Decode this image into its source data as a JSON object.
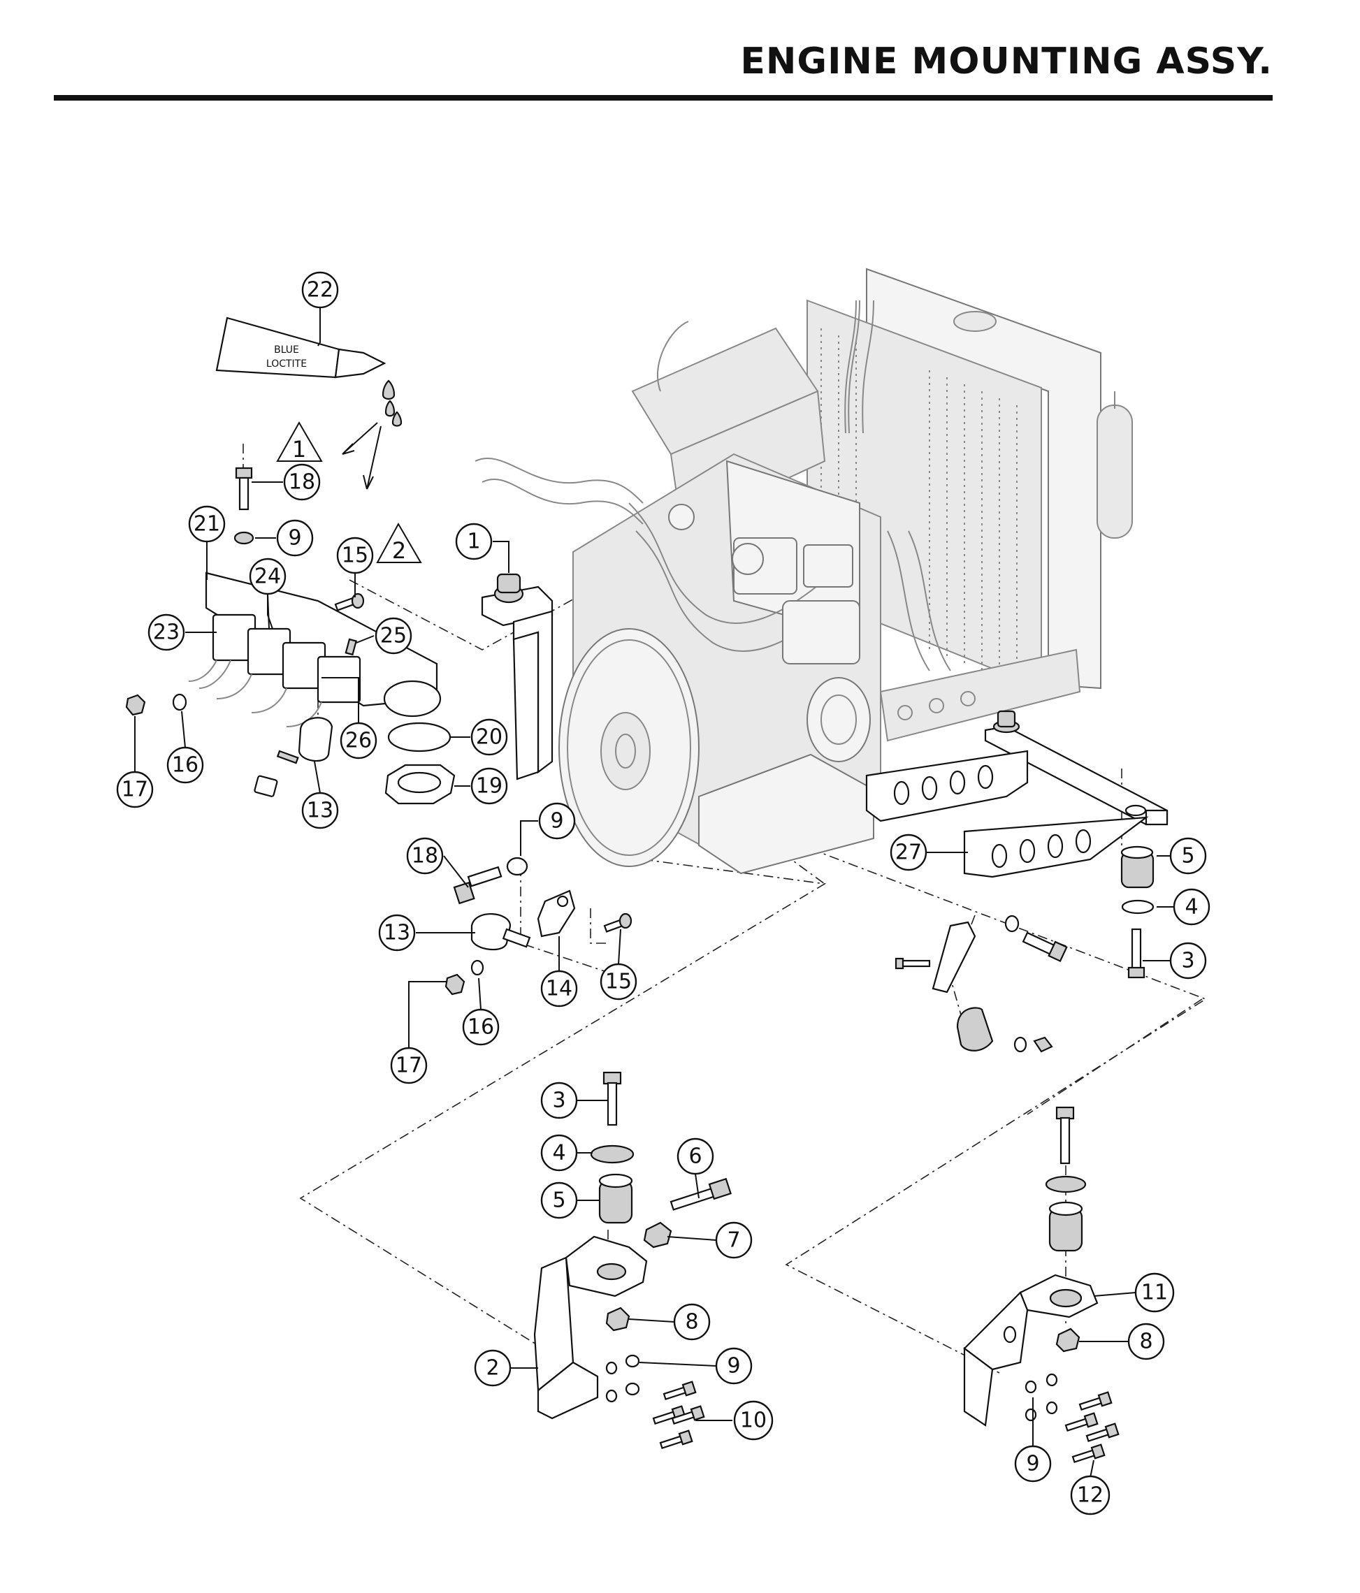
{
  "header": {
    "title": "ENGINE MOUNTING ASSY."
  },
  "tube": {
    "line1": "BLUE",
    "line2": "LOCTITE"
  },
  "warnings": [
    {
      "id": "warn-1",
      "label": "1"
    },
    {
      "id": "warn-2",
      "label": "2"
    }
  ],
  "callouts": [
    {
      "label": "22"
    },
    {
      "label": "18"
    },
    {
      "label": "9"
    },
    {
      "label": "21"
    },
    {
      "label": "15"
    },
    {
      "label": "24"
    },
    {
      "label": "23"
    },
    {
      "label": "25"
    },
    {
      "label": "26"
    },
    {
      "label": "20"
    },
    {
      "label": "19"
    },
    {
      "label": "17"
    },
    {
      "label": "16"
    },
    {
      "label": "13"
    },
    {
      "label": "1"
    },
    {
      "label": "9"
    },
    {
      "label": "18"
    },
    {
      "label": "13"
    },
    {
      "label": "14"
    },
    {
      "label": "15"
    },
    {
      "label": "17"
    },
    {
      "label": "16"
    },
    {
      "label": "27"
    },
    {
      "label": "5"
    },
    {
      "label": "4"
    },
    {
      "label": "3"
    },
    {
      "label": "3"
    },
    {
      "label": "4"
    },
    {
      "label": "5"
    },
    {
      "label": "6"
    },
    {
      "label": "7"
    },
    {
      "label": "8"
    },
    {
      "label": "2"
    },
    {
      "label": "9"
    },
    {
      "label": "10"
    },
    {
      "label": "11"
    },
    {
      "label": "8"
    },
    {
      "label": "9"
    },
    {
      "label": "12"
    }
  ]
}
